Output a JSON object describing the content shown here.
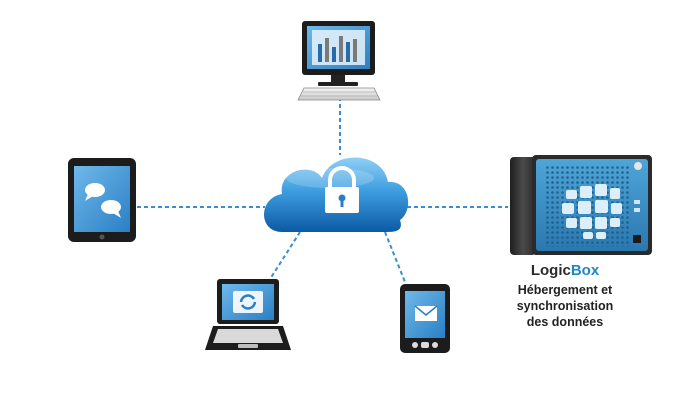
{
  "product": {
    "name_part1": "Logic",
    "name_part2": "Box",
    "caption_lines": [
      "Hébergement et",
      "synchronisation",
      "des données"
    ]
  },
  "nodes": [
    {
      "id": "cloud-lock",
      "icon": "cloud-lock-icon"
    },
    {
      "id": "desktop-monitor",
      "icon": "monitor-chart-icon"
    },
    {
      "id": "tablet",
      "icon": "tablet-chat-icon"
    },
    {
      "id": "laptop",
      "icon": "laptop-sync-icon"
    },
    {
      "id": "smartphone",
      "icon": "phone-mail-icon"
    },
    {
      "id": "logicbox-server",
      "icon": "nas-server-icon"
    }
  ],
  "edges": [
    {
      "from": "cloud-lock",
      "to": "desktop-monitor"
    },
    {
      "from": "cloud-lock",
      "to": "tablet"
    },
    {
      "from": "cloud-lock",
      "to": "laptop"
    },
    {
      "from": "cloud-lock",
      "to": "smartphone"
    },
    {
      "from": "cloud-lock",
      "to": "logicbox-server"
    }
  ],
  "colors": {
    "connector": "#3a8ecf",
    "cloud_light": "#5fb3ea",
    "cloud_dark": "#0f5ea8",
    "screen": "#3f94d6",
    "device_frame": "#1c1c1c",
    "server_body": "#2f2f2f",
    "server_front": "#3d8fc4",
    "brand_blue": "#1f86c8"
  }
}
